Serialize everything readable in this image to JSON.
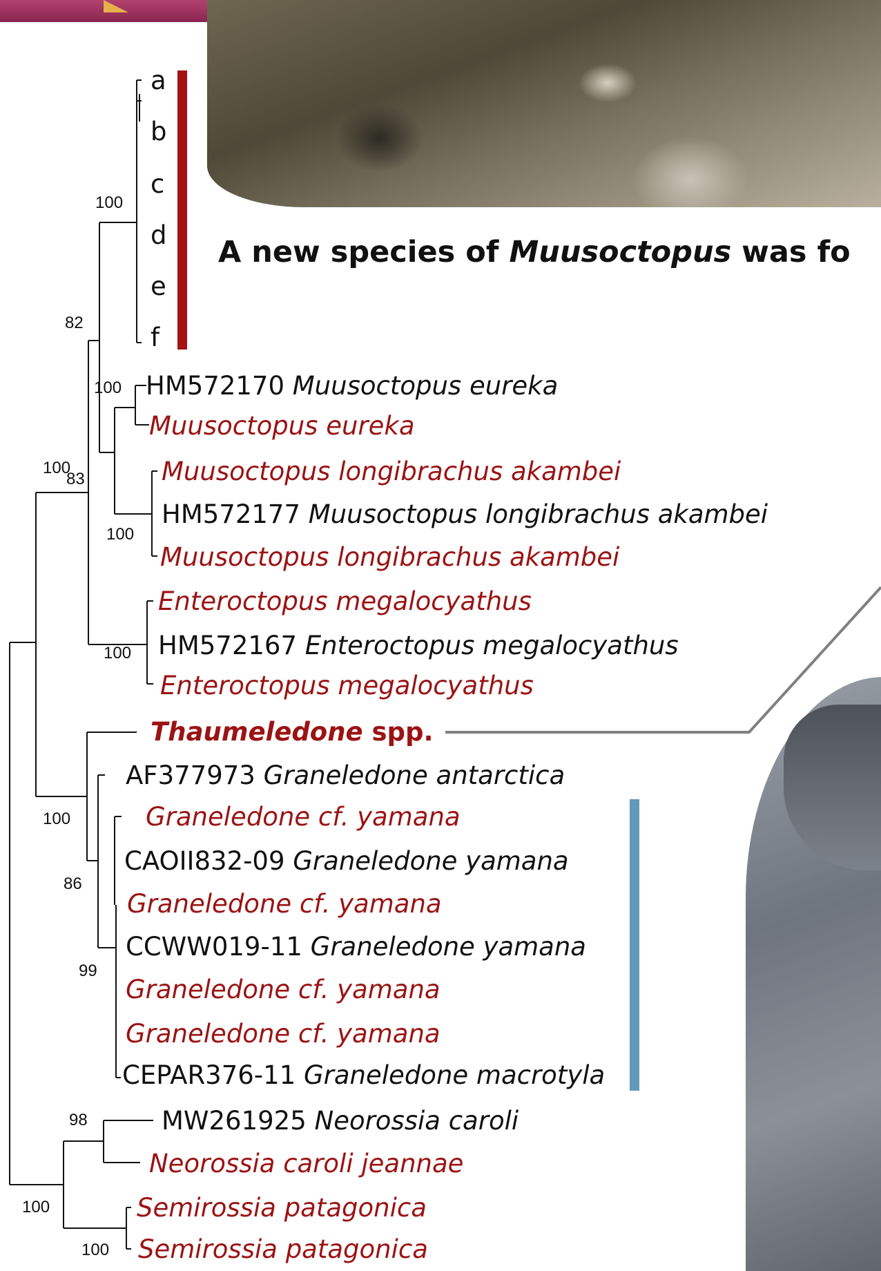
{
  "headline": {
    "prefix": "A new species of ",
    "genus": "Muusoctopus",
    "suffix": " was fo"
  },
  "clade_letters": [
    "a",
    "b",
    "c",
    "d",
    "e",
    "f"
  ],
  "tips": [
    {
      "acc": "HM572170",
      "name": "Muusoctopus eureka",
      "color": "black"
    },
    {
      "acc": "",
      "name": "Muusoctopus eureka",
      "color": "red"
    },
    {
      "acc": "",
      "name": "Muusoctopus longibrachus akambei",
      "color": "red"
    },
    {
      "acc": "HM572177",
      "name": "Muusoctopus longibrachus akambei",
      "color": "black"
    },
    {
      "acc": "",
      "name": "Muusoctopus longibrachus akambei",
      "color": "red"
    },
    {
      "acc": "",
      "name": "Enteroctopus megalocyathus",
      "color": "red"
    },
    {
      "acc": "HM572167",
      "name": "Enteroctopus megalocyathus",
      "color": "black"
    },
    {
      "acc": "",
      "name": "Enteroctopus megalocyathus",
      "color": "red"
    },
    {
      "acc": "AF377973",
      "name": "Graneledone antarctica",
      "color": "black"
    },
    {
      "acc": "",
      "name": "Graneledone cf. yamana",
      "color": "red"
    },
    {
      "acc": "CAOII832-09",
      "name": "Graneledone yamana",
      "color": "black"
    },
    {
      "acc": "",
      "name": "Graneledone cf. yamana",
      "color": "red"
    },
    {
      "acc": "CCWW019-11",
      "name": "Graneledone yamana",
      "color": "black"
    },
    {
      "acc": "",
      "name": "Graneledone cf. yamana",
      "color": "red"
    },
    {
      "acc": "",
      "name": "Graneledone cf. yamana",
      "color": "red"
    },
    {
      "acc": "CEPAR376-11",
      "name": "Graneledone macrotyla",
      "color": "black"
    },
    {
      "acc": "MW261925",
      "name": "Neorossia caroli",
      "color": "black"
    },
    {
      "acc": "",
      "name": "Neorossia caroli jeannae",
      "color": "red"
    },
    {
      "acc": "",
      "name": "Semirossia patagonica",
      "color": "red"
    },
    {
      "acc": "",
      "name": "Semirossia patagonica",
      "color": "red"
    }
  ],
  "thaumeledone": {
    "genus": "Thaumeledone",
    "suffix": " spp."
  },
  "supports": [
    "100",
    "82",
    "100",
    "100",
    "83",
    "100",
    "100",
    "100",
    "86",
    "99",
    "98",
    "100",
    "100"
  ],
  "colors": {
    "red": "#9b1313",
    "clade_bar": "#a41212",
    "graneledone_bar": "#5f9ab9",
    "black": "#111111"
  }
}
